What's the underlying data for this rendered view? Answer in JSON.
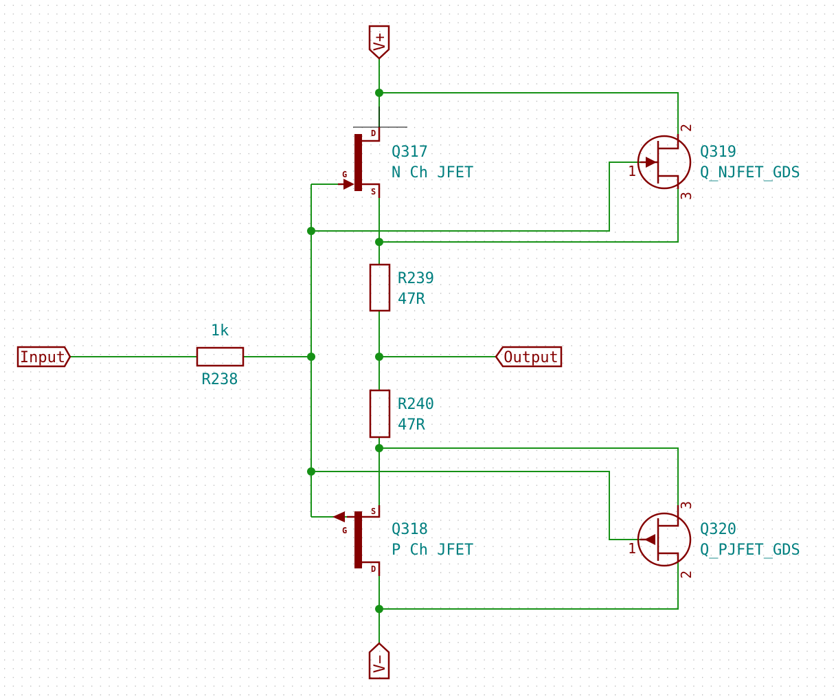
{
  "labels": {
    "vplus": "V+",
    "vminus": "V−",
    "input": "Input",
    "output": "Output"
  },
  "components": {
    "r238": {
      "ref": "R238",
      "value": "1k"
    },
    "r239": {
      "ref": "R239",
      "value": "47R"
    },
    "r240": {
      "ref": "R240",
      "value": "47R"
    },
    "q317": {
      "ref": "Q317",
      "value": "N Ch JFET",
      "pins": {
        "d": "D",
        "g": "G",
        "s": "S"
      }
    },
    "q318": {
      "ref": "Q318",
      "value": "P Ch JFET",
      "pins": {
        "d": "D",
        "g": "G",
        "s": "S"
      }
    },
    "q319": {
      "ref": "Q319",
      "value": "Q_NJFET_GDS",
      "pins": {
        "p1": "1",
        "p2": "2",
        "p3": "3"
      }
    },
    "q320": {
      "ref": "Q320",
      "value": "Q_PJFET_GDS",
      "pins": {
        "p1": "1",
        "p2": "2",
        "p3": "3"
      }
    }
  },
  "colors": {
    "wire": "#169116",
    "symbol": "#840000",
    "text": "#007f7f",
    "grid": "#b4b4b4"
  }
}
